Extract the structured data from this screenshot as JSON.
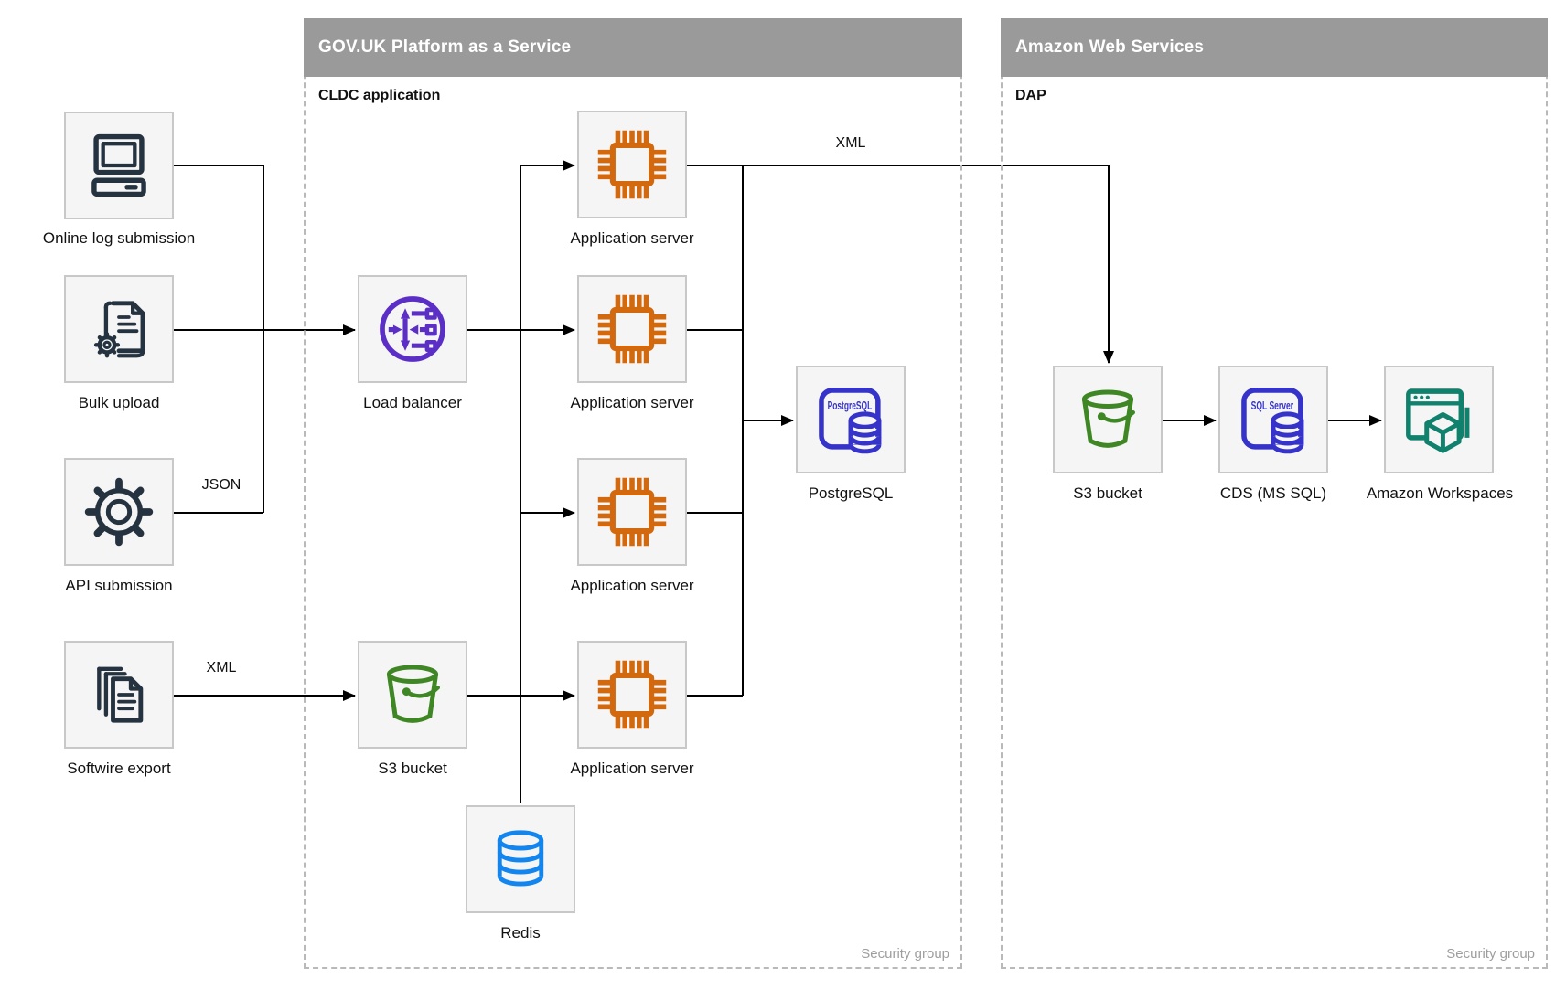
{
  "groups": {
    "paas": {
      "header": "GOV.UK Platform as a Service",
      "label": "CLDC application",
      "security": "Security group"
    },
    "aws": {
      "header": "Amazon Web Services",
      "label": "DAP",
      "security": "Security group"
    }
  },
  "nodes": {
    "online_log": {
      "label": "Online log submission"
    },
    "bulk_upload": {
      "label": "Bulk upload"
    },
    "api_submission": {
      "label": "API submission"
    },
    "softwire_export": {
      "label": "Softwire export"
    },
    "load_balancer": {
      "label": "Load balancer"
    },
    "app_server": {
      "label": "Application server"
    },
    "postgres": {
      "label": "PostgreSQL",
      "icon_text": "PostgreSQL"
    },
    "s3_paas": {
      "label": "S3 bucket"
    },
    "redis": {
      "label": "Redis"
    },
    "s3_aws": {
      "label": "S3 bucket"
    },
    "cds": {
      "label": "CDS (MS SQL)",
      "icon_text": "SQL Server"
    },
    "workspaces": {
      "label": "Amazon Workspaces"
    }
  },
  "edge_labels": {
    "json": "JSON",
    "xml_export": "XML",
    "xml_to_dap": "XML"
  },
  "colors": {
    "header_bar": "#9a9a9a",
    "header_text": "#ffffff",
    "box_fill": "#f5f5f5",
    "box_border": "#c8c8c8",
    "dashed_border": "#b9b9b9",
    "connector": "#000000",
    "label_text": "#111111",
    "security_text": "#9e9e9e",
    "icon_dark_navy": "#253240",
    "load_balancer_purple": "#5b2fc5",
    "app_server_orange": "#d2690e",
    "postgres_indigo": "#3533c9",
    "redis_blue": "#1385ee",
    "s3_green": "#3f8624",
    "workspaces_teal": "#0f816c"
  }
}
